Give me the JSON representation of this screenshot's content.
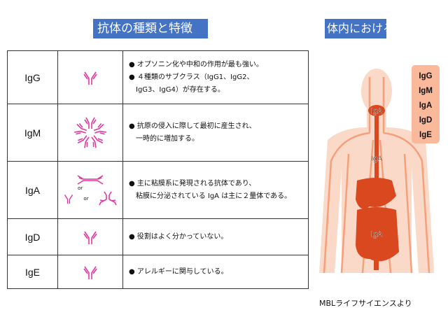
{
  "titles": {
    "left": "抗体の種類と特徴",
    "right": "体内における分布"
  },
  "colors": {
    "title_bg": "#4472c4",
    "antibody": "#e0399e",
    "body": "#f9c9b0",
    "vessel": "#f4a07a",
    "organ": "#d9481e"
  },
  "rows": [
    {
      "name": "IgG",
      "icon": "monomer-antibody-icon",
      "lines": [
        "● オプソニン化や中和の作用が最も強い。",
        "● ４種類のサブクラス（IgG1、IgG2、",
        "IgG3、IgG4）が存在する。"
      ]
    },
    {
      "name": "IgM",
      "icon": "pentamer-antibody-icon",
      "lines": [
        "● 抗原の侵入に際して最初に産生され、",
        "一時的に増加する。"
      ]
    },
    {
      "name": "IgA",
      "icon": "dimer-antibody-icon",
      "or": "or",
      "lines": [
        "● 主に粘膜系に発現される抗体であり、",
        "粘膜に分泌されている IgA は主に２量体である。"
      ]
    },
    {
      "name": "IgD",
      "icon": "monomer-antibody-icon",
      "lines": [
        "● 役割はよく分かっていない。"
      ]
    },
    {
      "name": "IgE",
      "icon": "monomer-antibody-icon",
      "lines": [
        "● アレルギーに関与している。"
      ]
    }
  ],
  "body": {
    "blood_labels": [
      "IgG",
      "IgM",
      "IgA",
      "IgD",
      "IgE"
    ],
    "throat": "IgA",
    "lung": "IgA",
    "intestine": "IgA"
  },
  "credit": "MBLライフサイエンスより"
}
